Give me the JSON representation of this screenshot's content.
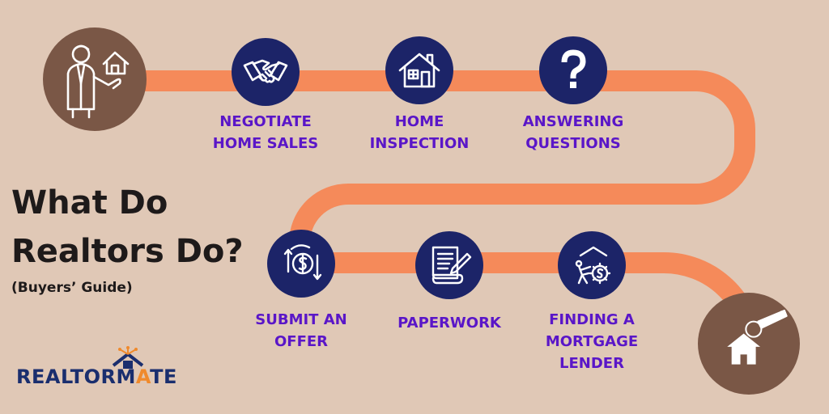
{
  "title": {
    "line1": "What Do",
    "line2": "Realtors Do?",
    "subtitle": "(Buyers’ Guide)"
  },
  "steps": [
    {
      "line1": "NEGOTIATE",
      "line2": "HOME SALES",
      "icon": "handshake-icon"
    },
    {
      "line1": "HOME",
      "line2": "INSPECTION",
      "icon": "house-icon"
    },
    {
      "line1": "ANSWERING",
      "line2": "QUESTIONS",
      "icon": "question-mark-icon"
    },
    {
      "line1": "SUBMIT AN",
      "line2": "OFFER",
      "icon": "dollar-exchange-icon"
    },
    {
      "line1": "PAPERWORK",
      "line2": "",
      "icon": "document-pen-icon"
    },
    {
      "line1": "FINDING A",
      "line2": "MORTGAGE",
      "line3": "LENDER",
      "icon": "mortgage-lender-icon"
    }
  ],
  "start_icon": "realtor-with-house-icon",
  "end_icon": "house-key-icon",
  "logo": {
    "part1": "REALTOR",
    "part2": "M",
    "part3": "A",
    "part4": "TE"
  },
  "colors": {
    "background": "#e0c8b6",
    "path": "#f58a5a",
    "step_circle": "#1c2468",
    "end_circle": "#7a5746",
    "label": "#5a16c8",
    "title": "#1e1a1a",
    "logo_blue": "#1a2e6e",
    "logo_orange": "#f08a2c"
  }
}
